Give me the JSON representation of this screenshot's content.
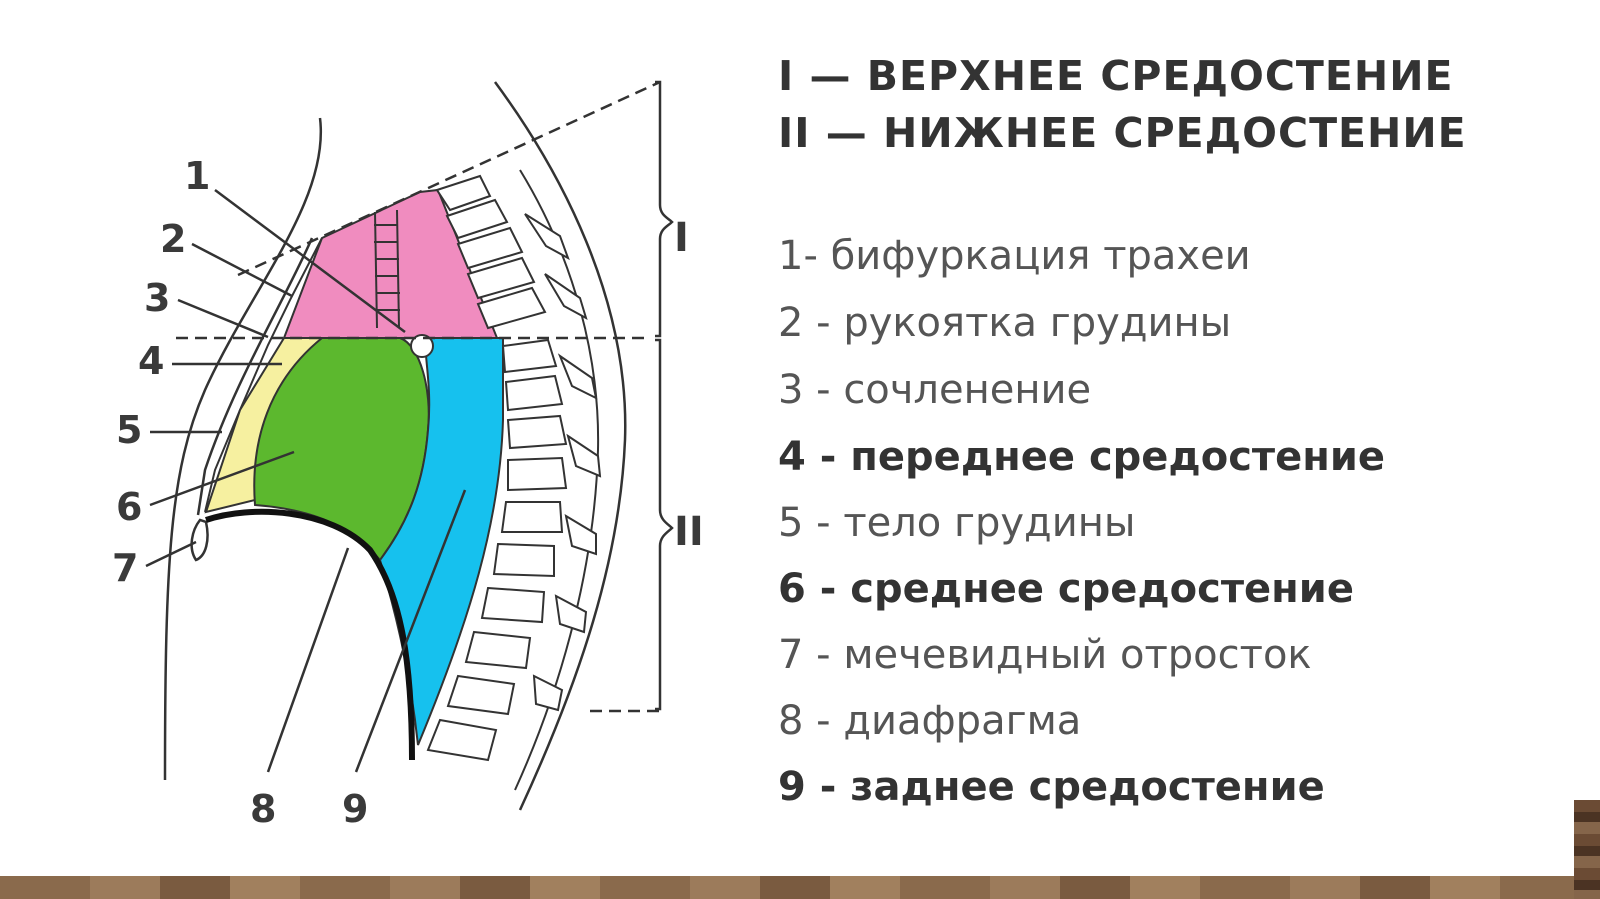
{
  "headings": [
    "I — ВЕРХНЕЕ СРЕДОСТЕНИЕ",
    "II — НИЖНЕЕ СРЕДОСТЕНИЕ"
  ],
  "legend": [
    {
      "text": "1- бифуркация трахеи",
      "bold": false
    },
    {
      "text": "2 - рукоятка грудины",
      "bold": false
    },
    {
      "text": "3 - сочленение",
      "bold": false
    },
    {
      "text": "4 - переднее средостение",
      "bold": true
    },
    {
      "text": "5 - тело грудины",
      "bold": false
    },
    {
      "text": "6 - среднее средостение",
      "bold": true
    },
    {
      "text": "7 - мечевидный отросток",
      "bold": false
    },
    {
      "text": "8 - диафрагма",
      "bold": false
    },
    {
      "text": "9 - заднее средостение",
      "bold": true
    }
  ],
  "diagram": {
    "numbers": [
      "1",
      "2",
      "3",
      "4",
      "5",
      "6",
      "7",
      "8",
      "9"
    ],
    "bracket_labels": [
      "I",
      "II"
    ],
    "region_colors": {
      "superior": "#f08cbf",
      "anterior": "#f6f0a0",
      "middle": "#5cb82e",
      "posterior": "#16c1ee"
    }
  }
}
